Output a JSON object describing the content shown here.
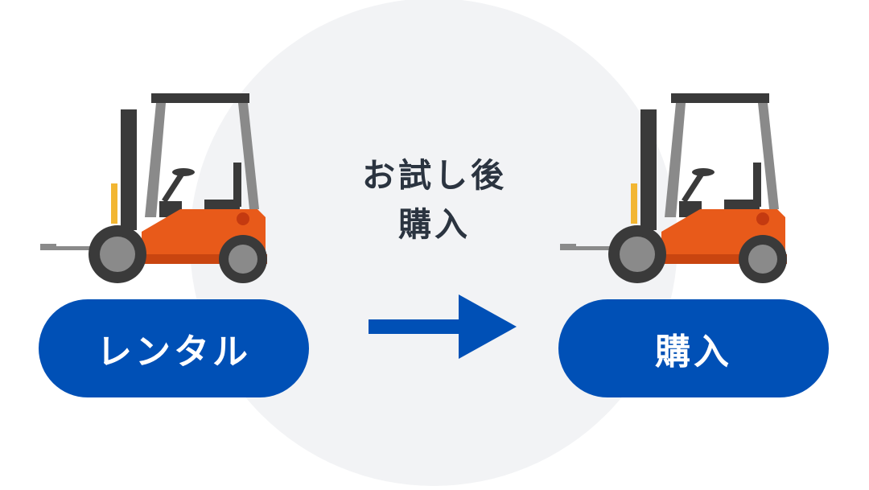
{
  "colors": {
    "primary_blue": "#0050b6",
    "circle_bg": "#f2f3f5",
    "text_dark": "#2b3440",
    "forklift_body": "#e85a1a",
    "forklift_dark": "#3a3a3a",
    "forklift_gray": "#8a8a8a",
    "accent_yellow": "#f2b632"
  },
  "center_label": {
    "line1": "お試し後",
    "line2": "購入"
  },
  "left_pill": {
    "label": "レンタル"
  },
  "right_pill": {
    "label": "購入"
  },
  "icons": [
    "forklift-icon",
    "forklift-icon",
    "arrow-right-icon"
  ]
}
